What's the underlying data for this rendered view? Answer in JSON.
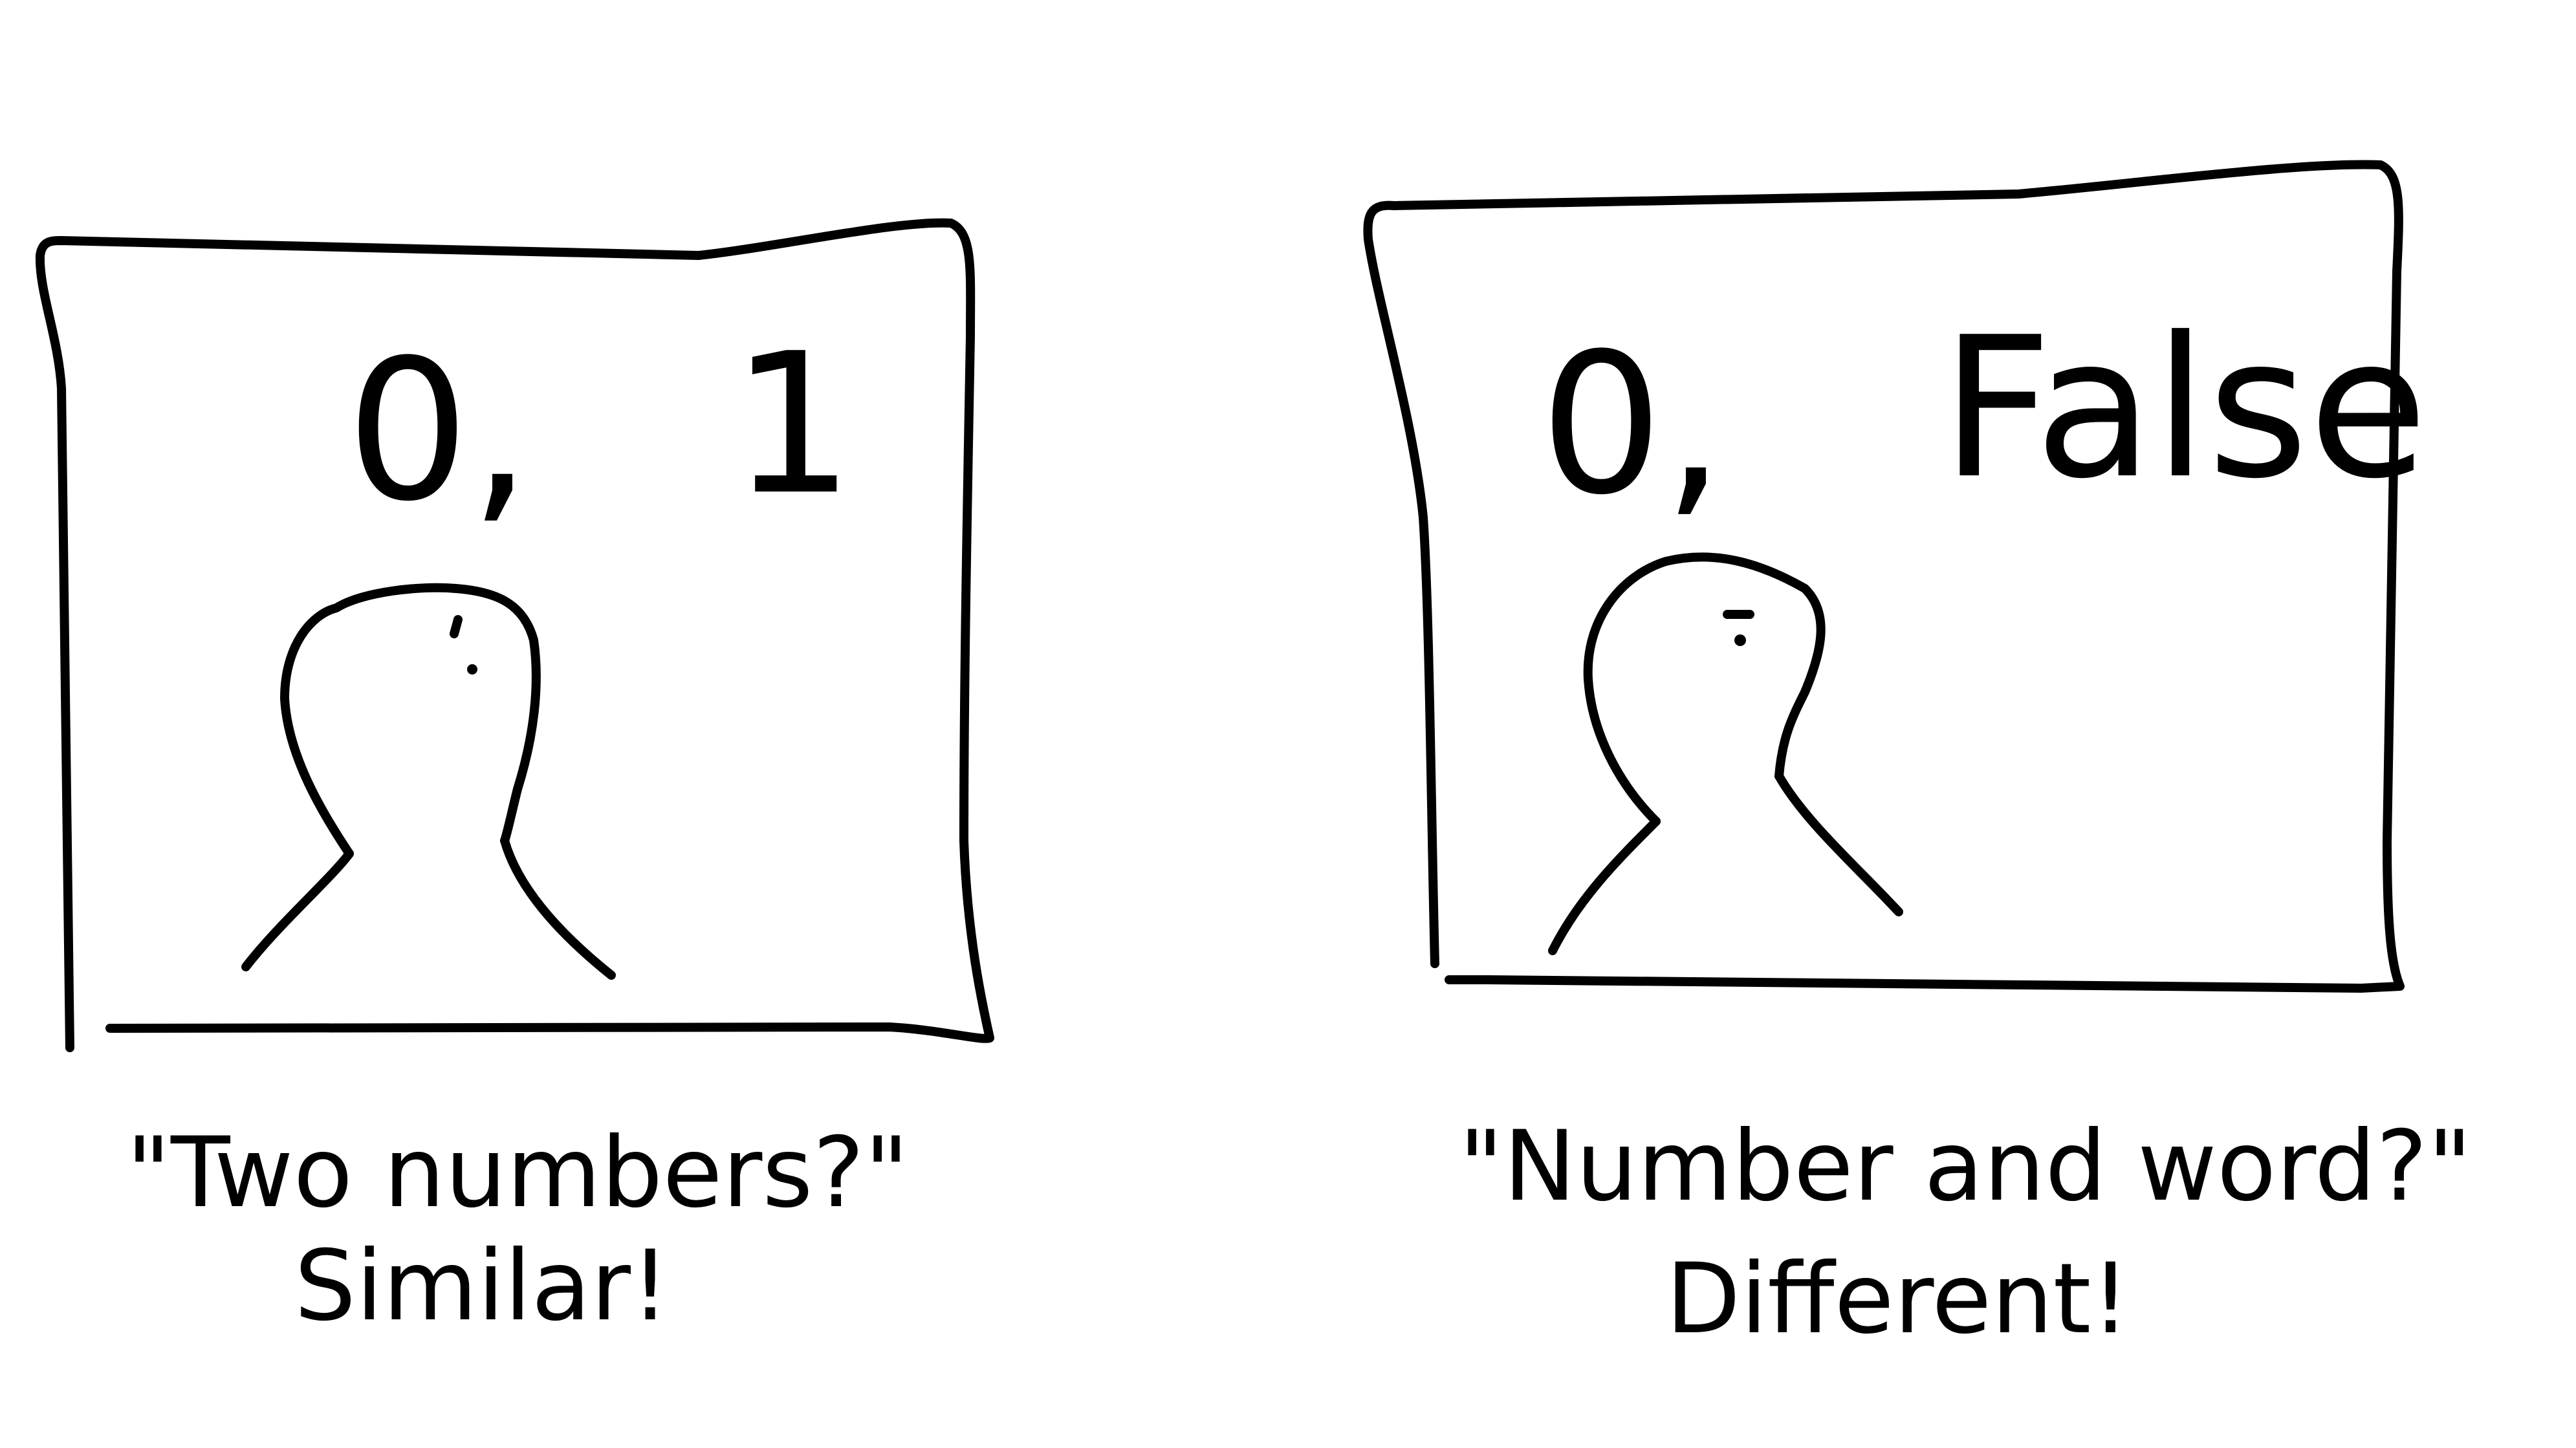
{
  "panels": [
    {
      "board_first": "0,",
      "board_second": "1",
      "caption_question": "\"Two numbers?\"",
      "caption_verdict": "Similar!"
    },
    {
      "board_first": "0,",
      "board_second": "False",
      "caption_question": "\"Number and word?\"",
      "caption_verdict": "Different!"
    }
  ],
  "colors": {
    "ink": "#000000",
    "paper": "#ffffff"
  }
}
